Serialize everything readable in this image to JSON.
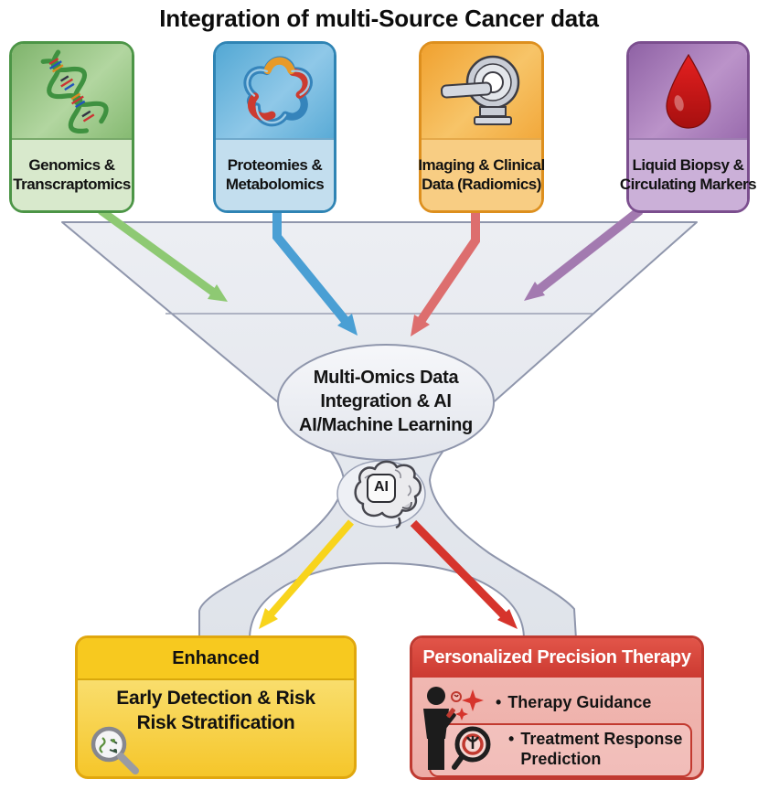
{
  "title": "Integration of multi-Source Cancer data",
  "sources": [
    {
      "id": "genomics",
      "line1": "Genomics &",
      "line2": "Transcraptomics",
      "icon": "dna-helix-icon",
      "border_color": "#4c9546",
      "top_color": "#8aba74",
      "bottom_color": "#d8e9cc",
      "arrow_color": "#8ec973"
    },
    {
      "id": "proteomics",
      "line1": "Proteomies &",
      "line2": "Metabolomics",
      "icon": "protein-ribbon-icon",
      "border_color": "#2f84b4",
      "top_color": "#5fb0d8",
      "bottom_color": "#c3deee",
      "arrow_color": "#4a9fd4"
    },
    {
      "id": "imaging",
      "line1": "Imaging & Clinical",
      "line2": "Data (Radiomics)",
      "icon": "ct-scanner-icon",
      "border_color": "#dd8f1e",
      "top_color": "#f2a93c",
      "bottom_color": "#f8cd83",
      "arrow_color": "#dd6e6e"
    },
    {
      "id": "liquid-biopsy",
      "line1": "Liquid Biopsy &",
      "line2": "Circulating Markers",
      "icon": "blood-drop-icon",
      "border_color": "#7b4e8e",
      "top_color": "#9a6cae",
      "bottom_color": "#cbb0d8",
      "arrow_color": "#a37ab0"
    }
  ],
  "funnel": {
    "fill_color": "#e9ebf1",
    "stroke_color": "#8f96ac",
    "hub": {
      "line1": "Multi-Omics Data",
      "line2": "Integration & AI",
      "line3": "AI/Machine Learning"
    },
    "ai_badge": "AI",
    "ai_icon": "brain-ai-icon"
  },
  "output_arrows": {
    "left_color": "#f8d41c",
    "right_color": "#d6342c"
  },
  "outcomes": {
    "enhanced": {
      "header": "Enhanced",
      "line1": "Early Detection & Risk",
      "line2": "Risk Stratification",
      "icon": "magnifier-dna-icon",
      "border_color": "#e0a70e",
      "header_bg": "#f7c91f"
    },
    "therapy": {
      "header": "Personalized Precision Therapy",
      "bullets": [
        {
          "marker": "•",
          "text": "Therapy Guidance"
        },
        {
          "marker": "•",
          "text": "Treatment Response",
          "text2": "Prediction"
        }
      ],
      "icons": [
        "person-sparkle-icon",
        "magnifier-target-icon"
      ],
      "border_color": "#bf3a31",
      "header_bg": "#d6453a"
    }
  }
}
